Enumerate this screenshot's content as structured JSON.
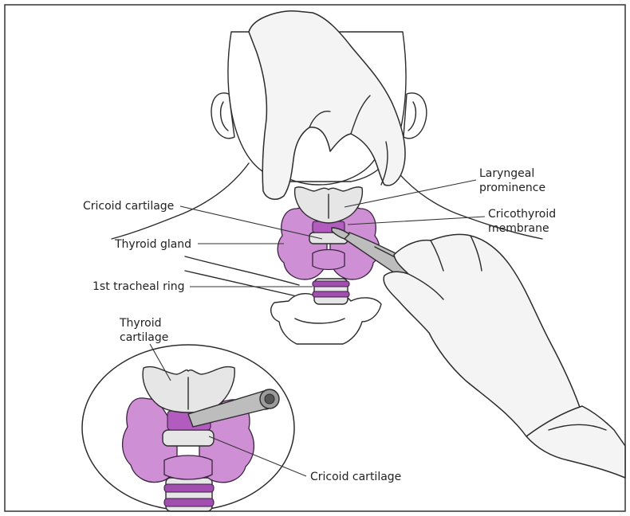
{
  "labels": {
    "laryngeal_prominence_line1": "Laryngeal",
    "laryngeal_prominence_line2": "prominence",
    "cricoid_cartilage_top": "Cricoid cartilage",
    "cricothyroid_membrane_line1": "Cricothyroid",
    "cricothyroid_membrane_line2": "membrane",
    "thyroid_gland": "Thyroid gland",
    "first_tracheal_ring": "1st tracheal ring",
    "thyroid_cartilage_line1": "Thyroid",
    "thyroid_cartilage_line2": "cartilage",
    "cricoid_cartilage_bottom": "Cricoid cartilage"
  },
  "colors": {
    "gland": "#cf8fd4",
    "ring": "#a24db0",
    "cartilage": "#e6e6e6",
    "glove": "#f4f4f4",
    "line": "#333333"
  }
}
